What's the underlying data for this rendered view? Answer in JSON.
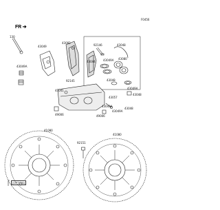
{
  "diagram": {
    "code": "F0456",
    "front_label": "FR",
    "option_tag": "(OPTION)",
    "labels": {
      "p130": "130",
      "p43049": "43049",
      "p43082": "43082",
      "p92146": "92146",
      "p43048": "43048",
      "p43080": "43080",
      "p43044": "43044",
      "p43049a_a": "43049A",
      "p43049a_b": "43049A",
      "p92145": "92145",
      "p43048_b": "43048",
      "p43041": "43041",
      "p43057": "43057",
      "p43049a_c": "43049A",
      "p43048_c": "43048",
      "p49006": "49006",
      "p43049a_d": "43049A",
      "p43049a_e": "43049A",
      "p49006_b": "49006",
      "p43048_d": "43048",
      "p41080_l": "41080",
      "p41080_r": "41080",
      "p92151": "92151"
    }
  }
}
